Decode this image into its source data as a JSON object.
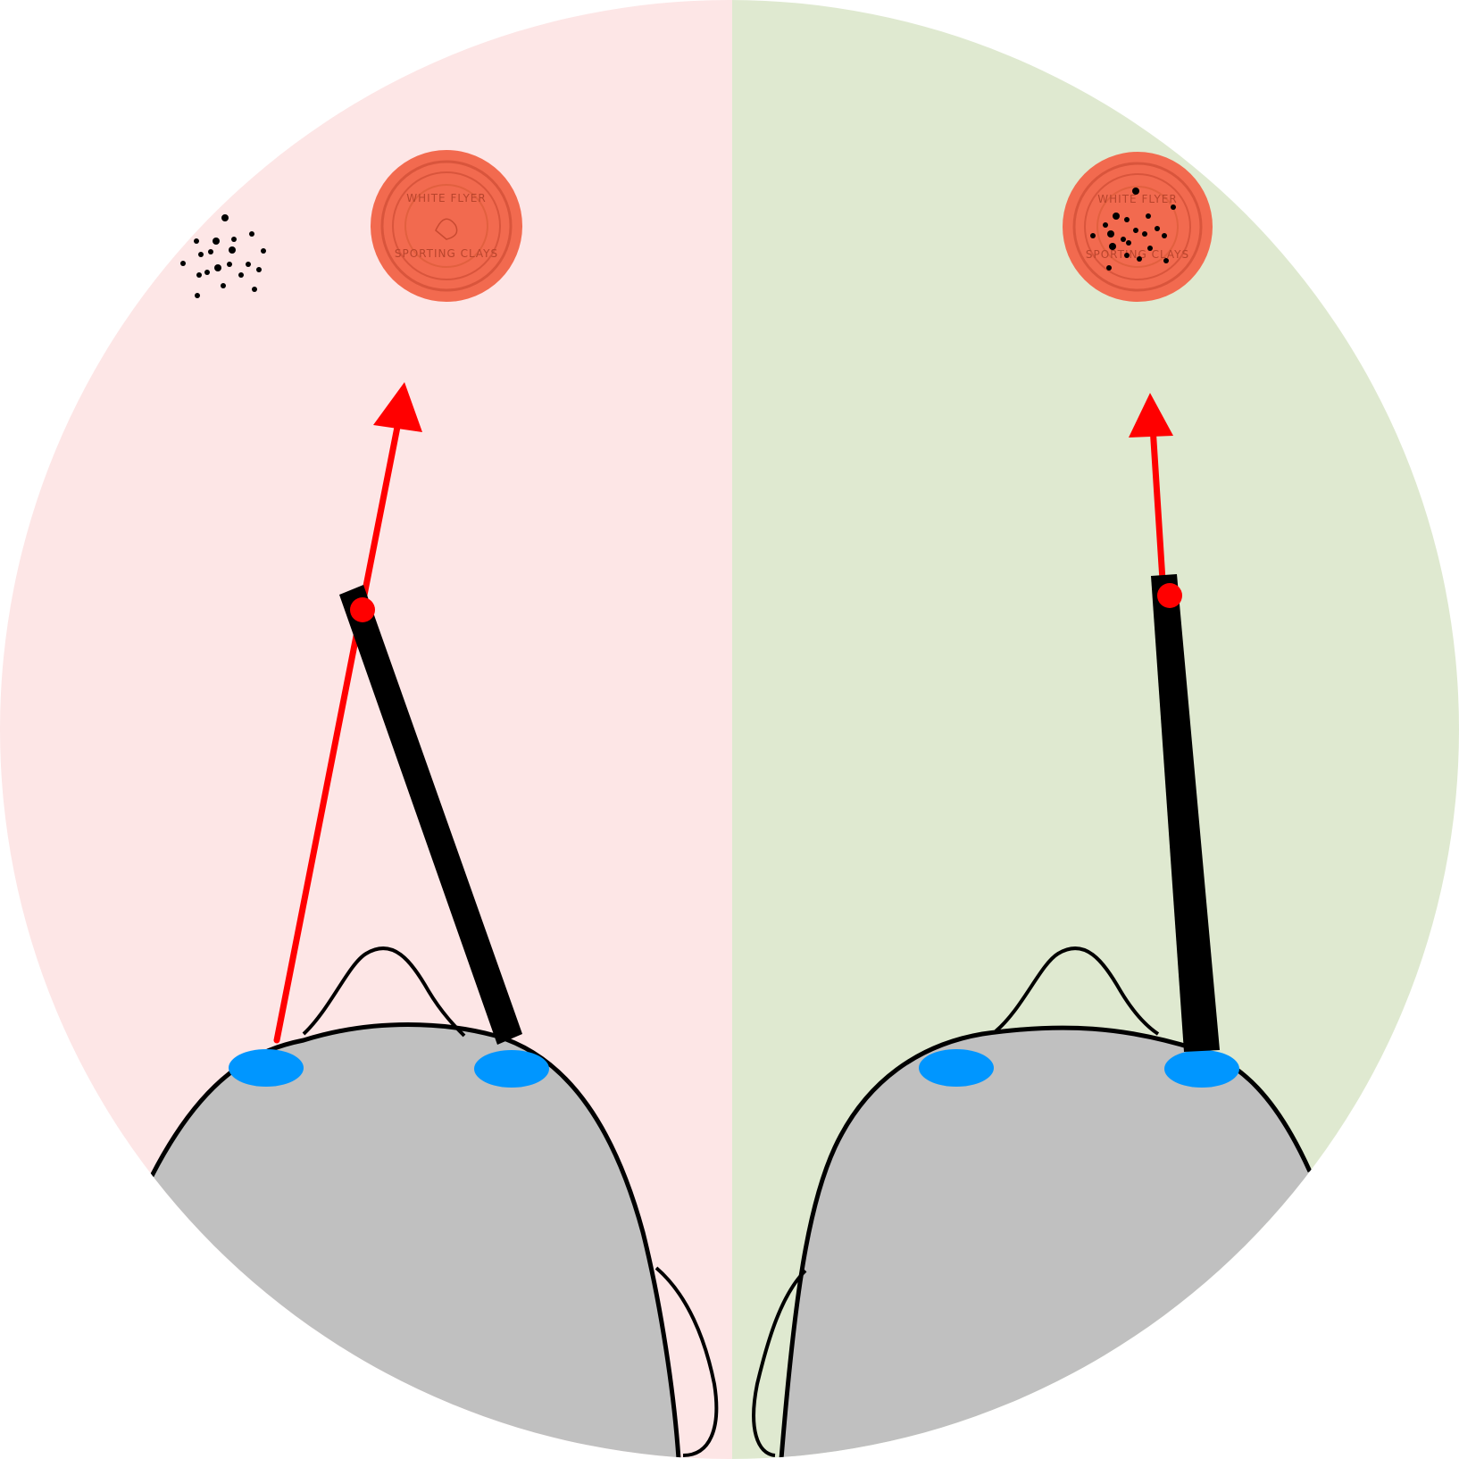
{
  "panels": [
    {
      "id": "left",
      "state": "miss",
      "background": "#fde6e6",
      "target_text_top": "WHITE FLYER",
      "target_text_bottom": "SPORTING CLAYS"
    },
    {
      "id": "right",
      "state": "hit",
      "background": "#dfe9d0",
      "target_text_top": "WHITE FLYER",
      "target_text_bottom": "SPORTING CLAYS"
    }
  ],
  "colors": {
    "clay": "#f26a4f",
    "clay_ring": "#d9553c",
    "aim_line": "#ff0000",
    "barrel": "#000000",
    "bead": "#ff0000",
    "eye": "#0096ff",
    "head": "#c0c0c0",
    "outline": "#000000",
    "shot": "#000000"
  },
  "icons": [
    "clay-target-icon",
    "eye-icon",
    "gun-barrel-icon",
    "shot-pellet-icon",
    "aim-arrow-icon"
  ]
}
